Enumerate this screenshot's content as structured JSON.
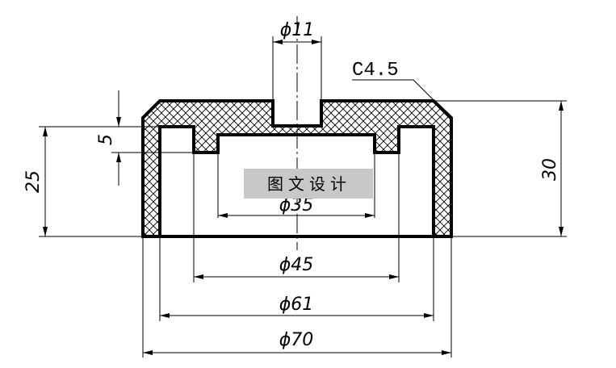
{
  "drawing": {
    "dimensions": {
      "d11": "ϕ11",
      "d35": "ϕ35",
      "d45": "ϕ45",
      "d61": "ϕ61",
      "d70": "ϕ70",
      "h25": "25",
      "h30": "30",
      "h5": "5"
    },
    "chamfer_label": "C4.5",
    "watermark": "图文设计"
  }
}
